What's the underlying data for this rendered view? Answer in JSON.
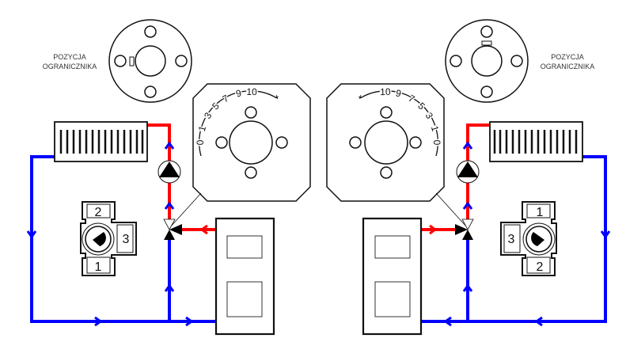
{
  "labels": {
    "limiter_left": [
      "POZYCJA",
      "OGRANICZNIKA"
    ],
    "limiter_right": [
      "POZYCJA",
      "OGRANICZNIKA"
    ]
  },
  "scale": {
    "marks": [
      "0",
      "1",
      "3",
      "5",
      "7",
      "9",
      "10"
    ]
  },
  "valve_left": {
    "top": "2",
    "side": "3",
    "bottom": "1"
  },
  "valve_right": {
    "top": "1",
    "side": "3",
    "bottom": "2"
  },
  "colors": {
    "supply": "#ff0000",
    "return": "#0000ff",
    "outline": "#111111"
  },
  "icons": [
    "flange-icon",
    "actuator-plate-icon",
    "radiator-icon",
    "pump-icon",
    "three-way-valve-icon",
    "boiler-icon",
    "flow-arrow-icon"
  ]
}
